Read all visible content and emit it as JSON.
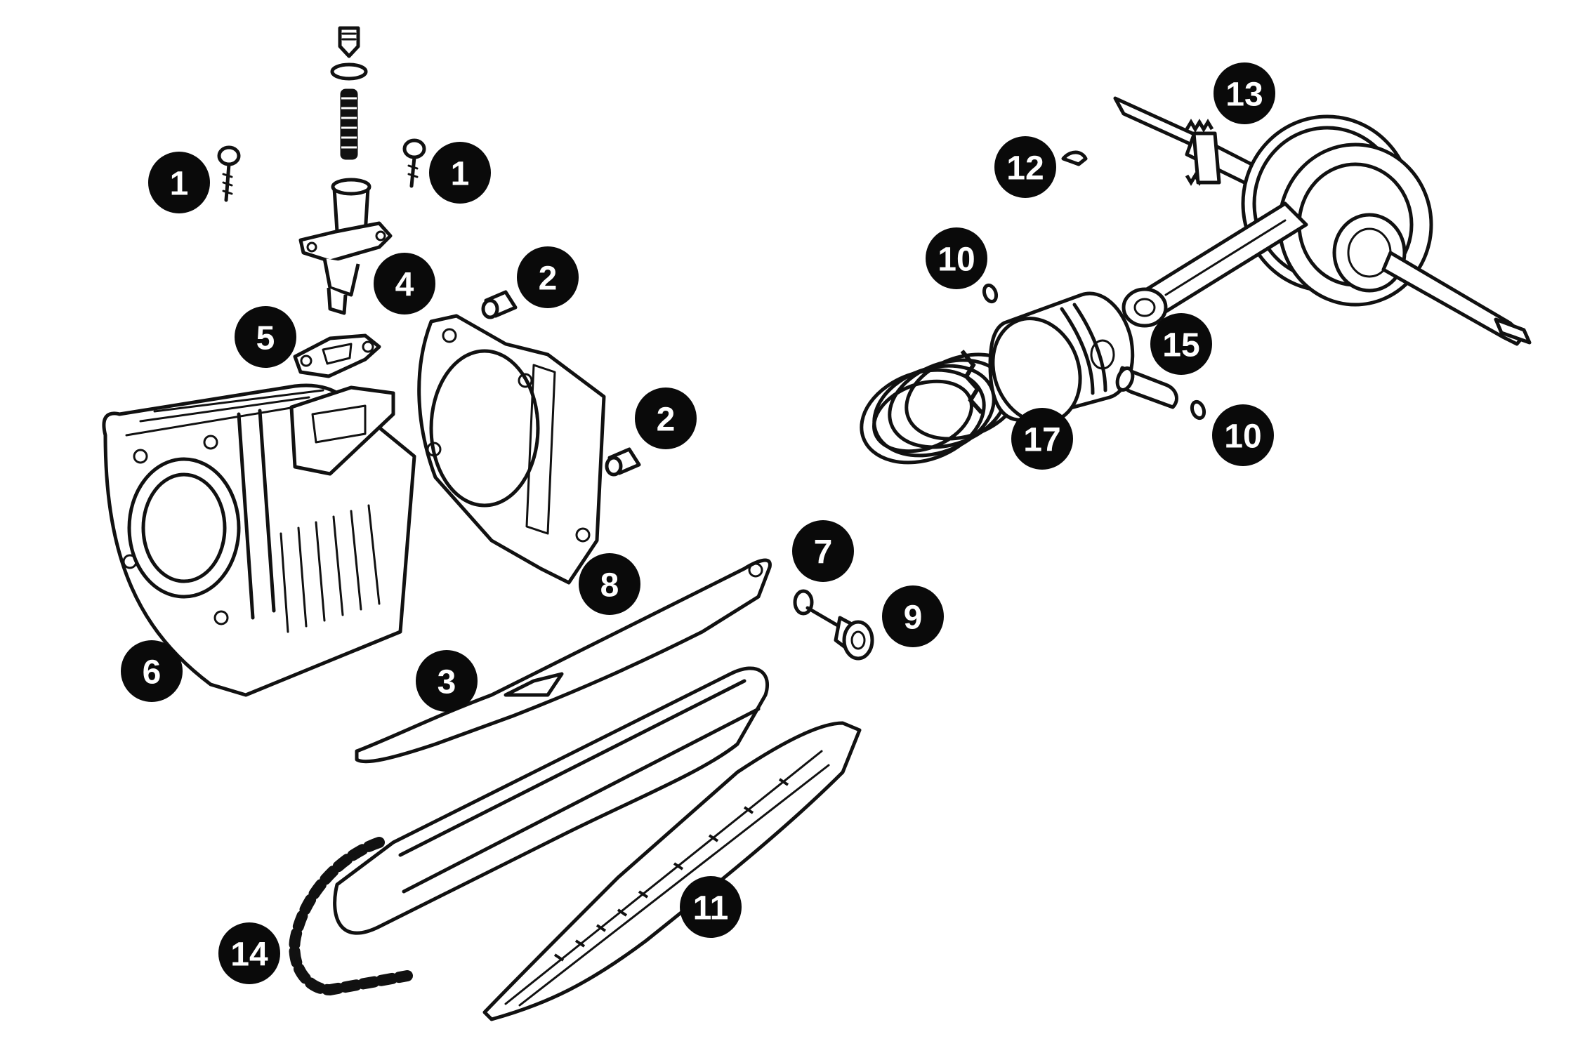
{
  "callouts": [
    {
      "id": "c1a",
      "label": "1"
    },
    {
      "id": "c1b",
      "label": "1"
    },
    {
      "id": "c2a",
      "label": "2"
    },
    {
      "id": "c2b",
      "label": "2"
    },
    {
      "id": "c3",
      "label": "3"
    },
    {
      "id": "c4",
      "label": "4"
    },
    {
      "id": "c5",
      "label": "5"
    },
    {
      "id": "c6",
      "label": "6"
    },
    {
      "id": "c7",
      "label": "7"
    },
    {
      "id": "c8",
      "label": "8"
    },
    {
      "id": "c9",
      "label": "9"
    },
    {
      "id": "c10a",
      "label": "10"
    },
    {
      "id": "c10b",
      "label": "10"
    },
    {
      "id": "c11",
      "label": "11"
    },
    {
      "id": "c12",
      "label": "12"
    },
    {
      "id": "c13",
      "label": "13"
    },
    {
      "id": "c14",
      "label": "14"
    },
    {
      "id": "c15",
      "label": "15"
    },
    {
      "id": "c17",
      "label": "17"
    }
  ]
}
